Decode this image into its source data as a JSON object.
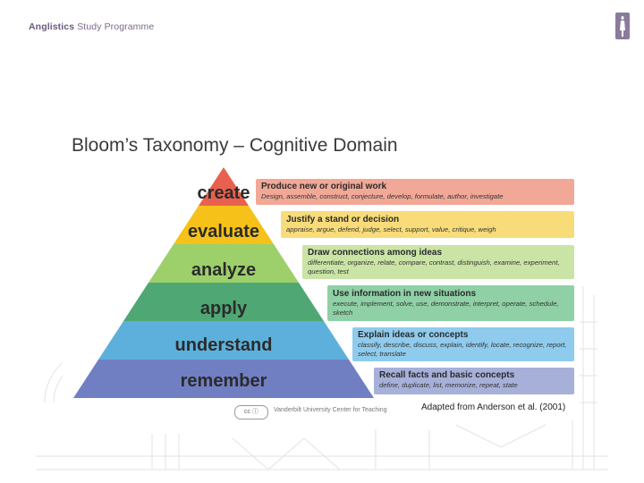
{
  "header": {
    "programme_bold": "Anglistics",
    "programme_rest": " Study Programme"
  },
  "slide": {
    "title": "Bloom’s Taxonomy – Cognitive Domain",
    "levels": [
      {
        "name": "create",
        "color": "#e8614e",
        "box_color": "#f2a896",
        "heading": "Produce new or original work",
        "detail": "Design, assemble, construct, conjecture, develop, formulate, author, investigate"
      },
      {
        "name": "evaluate",
        "color": "#f6c21a",
        "box_color": "#f9dc7a",
        "heading": "Justify a stand or decision",
        "detail": "appraise, argue, defend, judge, select, support, value, critique, weigh"
      },
      {
        "name": "analyze",
        "color": "#9dcf6a",
        "box_color": "#c9e4a5",
        "heading": "Draw connections among ideas",
        "detail": "differentiate, organize, relate, compare, contrast, distinguish, examine, experiment, question, test"
      },
      {
        "name": "apply",
        "color": "#4fa874",
        "box_color": "#8fd0a6",
        "heading": "Use information in new situations",
        "detail": "execute, implement, solve, use, demonstrate, interpret, operate, schedule, sketch"
      },
      {
        "name": "understand",
        "color": "#5eb0dc",
        "box_color": "#8fcbec",
        "heading": "Explain ideas or concepts",
        "detail": "classify, describe, discuss, explain, identify, locate, recognize, report, select, translate"
      },
      {
        "name": "remember",
        "color": "#6f7fc2",
        "box_color": "#a6b0d8",
        "heading": "Recall facts and basic concepts",
        "detail": "define, duplicate, list, memorize, repeat, state"
      }
    ],
    "cc_label": "cc ⓘ",
    "vanderbilt": "Vanderbilt University Center for Teaching",
    "credit": "Adapted from Anderson et al. (2001)"
  }
}
